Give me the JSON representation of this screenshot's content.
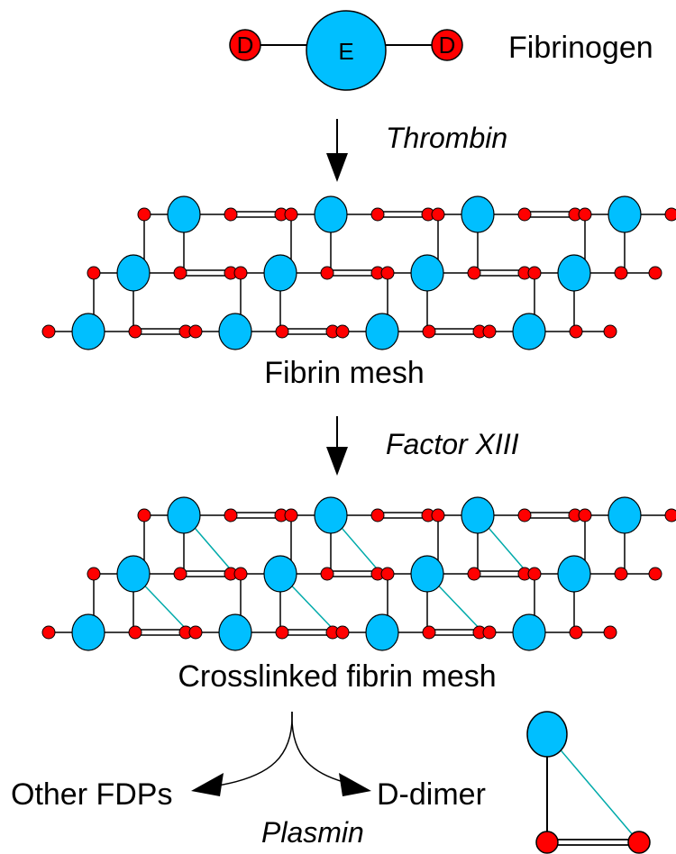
{
  "labels": {
    "fibrinogen": "Fibrinogen",
    "thrombin": "Thrombin",
    "fibrin_mesh": "Fibrin mesh",
    "factor_xiii": "Factor XIII",
    "crosslinked": "Crosslinked fibrin mesh",
    "other_fdps": "Other FDPs",
    "d_dimer": "D-dimer",
    "plasmin": "Plasmin"
  },
  "fibrinogen_molecule": {
    "d_label": "D",
    "e_label": "E"
  },
  "colors": {
    "d_domain": "#ff0000",
    "e_domain": "#00bfff",
    "crosslink": "#00aaaa",
    "outline": "#000000"
  }
}
